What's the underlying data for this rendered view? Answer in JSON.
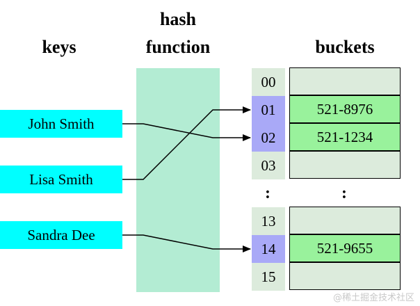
{
  "headings": {
    "keys": "keys",
    "hash_line1": "hash",
    "hash_line2": "function",
    "buckets": "buckets"
  },
  "keys": [
    "John Smith",
    "Lisa Smith",
    "Sandra Dee"
  ],
  "indices": [
    "00",
    "01",
    "02",
    "03",
    "13",
    "14",
    "15"
  ],
  "ellipsis": ":",
  "buckets": [
    "",
    "521-8976",
    "521-1234",
    "",
    "",
    "521-9655",
    ""
  ],
  "mapping": [
    {
      "key": "John Smith",
      "index": "02"
    },
    {
      "key": "Lisa Smith",
      "index": "01"
    },
    {
      "key": "Sandra Dee",
      "index": "14"
    }
  ],
  "watermark": "@稀土掘金技术社区",
  "colors": {
    "key_bg": "#00ffff",
    "hash_band": "#b3ecd3",
    "index_bg": "#dcebdc",
    "index_active": "#a9a9f7",
    "bucket_filled": "#99f29c"
  }
}
